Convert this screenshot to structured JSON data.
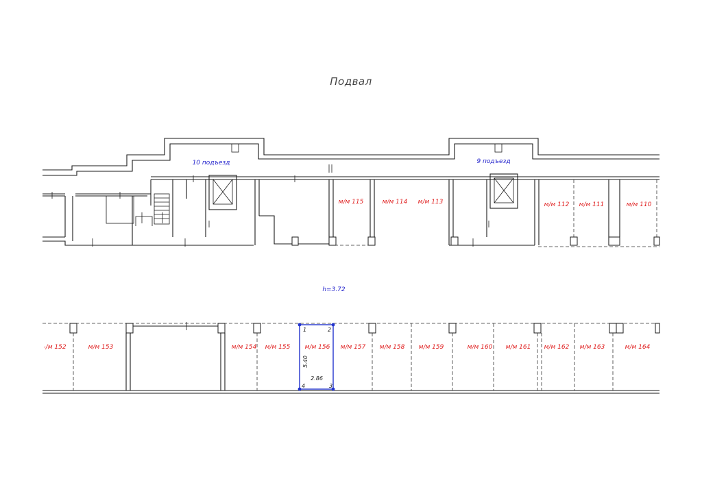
{
  "title": "Подвал",
  "entrances": [
    {
      "label": "10 подъезд"
    },
    {
      "label": "9 подъезд"
    }
  ],
  "height_label": "h=3.72",
  "top_spaces": [
    "м/м 115",
    "м/м 114",
    "м/м 113",
    "м/м 112",
    "м/м 111",
    "м/м 110"
  ],
  "bottom_spaces": [
    "-/м 152",
    "м/м 153",
    "м/м 154",
    "м/м 155",
    "м/м 156",
    "м/м 157",
    "м/м 158",
    "м/м 159",
    "м/м 160",
    "м/м 161",
    "м/м 162",
    "м/м 163",
    "м/м 164"
  ],
  "selection": {
    "vertices": [
      "1",
      "2",
      "3",
      "4"
    ],
    "width": "2.86",
    "length": "5.40"
  },
  "colors": {
    "space_label": "#e02020",
    "entrance_label": "#2222cc",
    "selection": "#2233cc"
  }
}
